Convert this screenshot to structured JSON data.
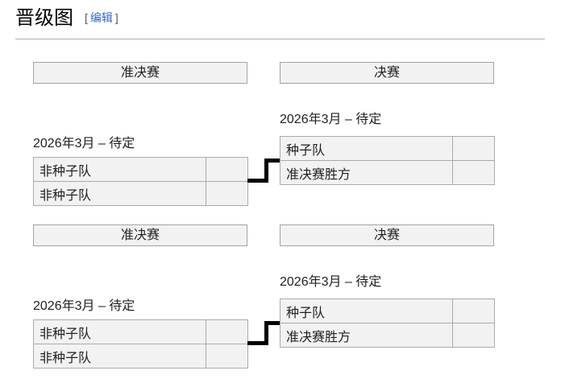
{
  "page": {
    "title": "晋级图",
    "edit": {
      "open": "[",
      "label": "编辑",
      "close": "]"
    }
  },
  "sections": [
    {
      "round_headers": [
        "准决赛",
        "决赛"
      ],
      "semifinal": {
        "date": "2026年3月 – 待定",
        "teams": [
          {
            "name": "非种子队",
            "score": ""
          },
          {
            "name": "非种子队",
            "score": ""
          }
        ]
      },
      "final": {
        "date": "2026年3月 – 待定",
        "teams": [
          {
            "name": "种子队",
            "score": ""
          },
          {
            "name": "准决赛胜方",
            "score": ""
          }
        ]
      }
    },
    {
      "round_headers": [
        "准决赛",
        "决赛"
      ],
      "semifinal": {
        "date": "2026年3月 – 待定",
        "teams": [
          {
            "name": "非种子队",
            "score": ""
          },
          {
            "name": "非种子队",
            "score": ""
          }
        ]
      },
      "final": {
        "date": "2026年3月 – 待定",
        "teams": [
          {
            "name": "种子队",
            "score": ""
          },
          {
            "name": "准决赛胜方",
            "score": ""
          }
        ]
      }
    }
  ],
  "colors": {
    "link": "#3366cc",
    "cell_bg": "#f2f2f2",
    "border": "#aaaaaa",
    "connector": "#000000"
  }
}
